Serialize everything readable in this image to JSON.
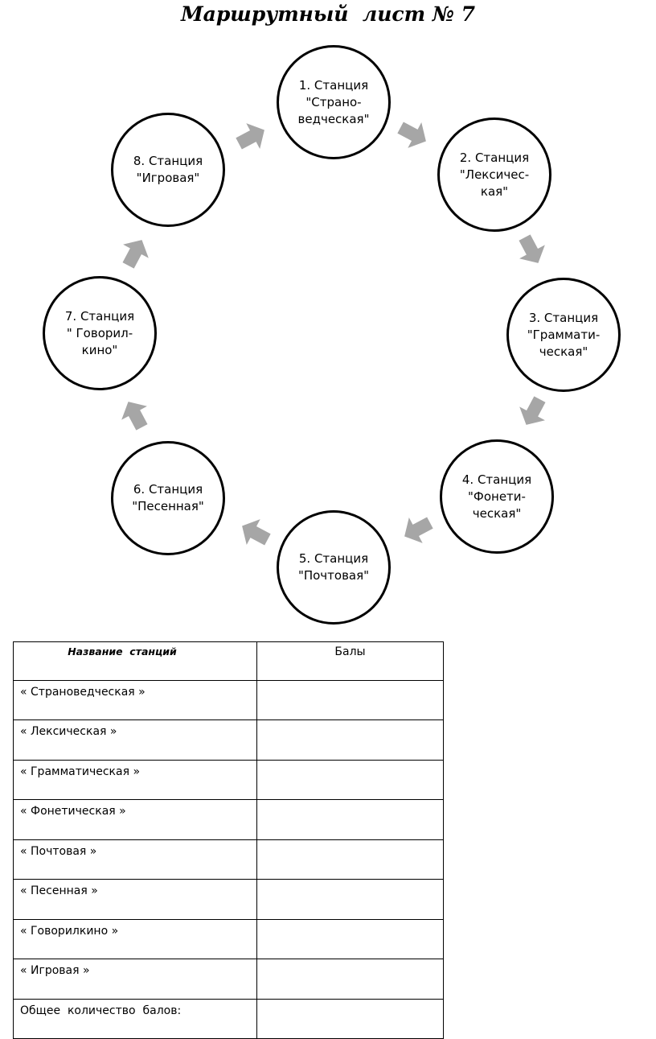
{
  "title": "Маршрутный  лист № 7",
  "stations": [
    {
      "label": "1. Станция\n\"Страно-\nведческая\""
    },
    {
      "label": "2. Станция\n\"Лексичес-\nкая\""
    },
    {
      "label": "3. Станция\n\"Граммати-\nческая\""
    },
    {
      "label": "4. Станция\n\"Фонети-\nческая\""
    },
    {
      "label": "5. Станция\n\"Почтовая\""
    },
    {
      "label": "6. Станция\n\"Песенная\""
    },
    {
      "label": "7. Станция\n\" Говорил-\nкино\""
    },
    {
      "label": "8. Станция\n\"Игровая\""
    }
  ],
  "arrow_color": "#a6a6a6",
  "table": {
    "header_name": "Название  станций",
    "header_points": "Балы",
    "rows": [
      {
        "name": "« Страноведческая »",
        "points": ""
      },
      {
        "name": "« Лексическая »",
        "points": ""
      },
      {
        "name": "« Грамматическая »",
        "points": ""
      },
      {
        "name": "« Фонетическая »",
        "points": ""
      },
      {
        "name": "« Почтовая »",
        "points": ""
      },
      {
        "name": "« Песенная »",
        "points": ""
      },
      {
        "name": "« Говорилкино »",
        "points": ""
      },
      {
        "name": "« Игровая »",
        "points": ""
      }
    ],
    "total_label": "Общее  количество  балов:",
    "total_value": ""
  }
}
